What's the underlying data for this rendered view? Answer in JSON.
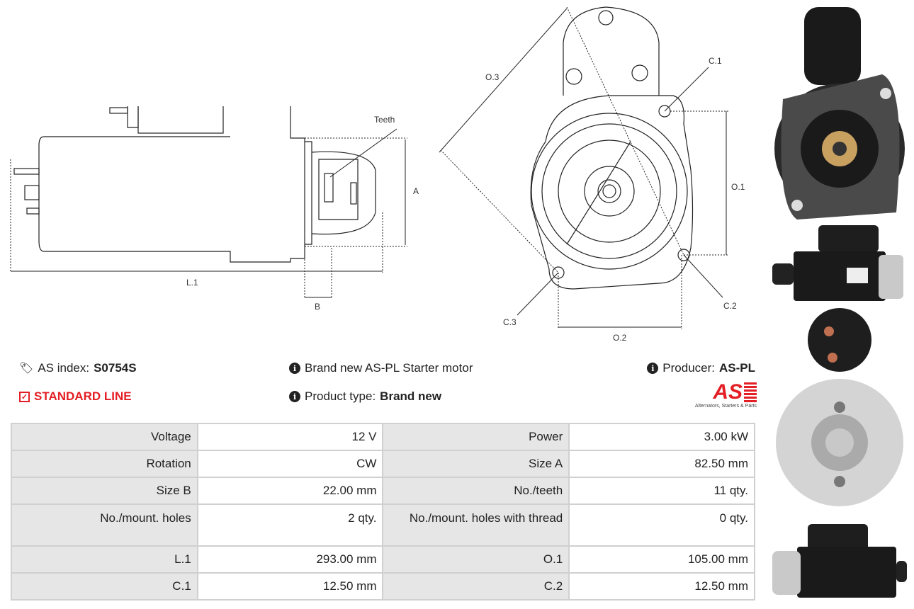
{
  "drawing": {
    "teeth": "Teeth",
    "a": "A",
    "b": "B",
    "l1": "L.1",
    "o3": "O.3",
    "c1": "C.1",
    "o1": "O.1",
    "c2": "C.2",
    "o2": "O.2",
    "c3": "C.3"
  },
  "info": {
    "as_index_label": "AS index:",
    "as_index_value": "S0754S",
    "line": "STANDARD LINE",
    "description": "Brand new AS-PL Starter motor",
    "product_type_label": "Product type:",
    "product_type_value": "Brand new",
    "producer_label": "Producer:",
    "producer_value": "AS-PL",
    "logo_text": "AS",
    "logo_tagline": "Alternators, Starters & Parts"
  },
  "colors": {
    "accent": "#e31e24"
  },
  "specs": [
    [
      "Voltage",
      "12 V",
      "Power",
      "3.00 kW"
    ],
    [
      "Rotation",
      "CW",
      "Size A",
      "82.50 mm"
    ],
    [
      "Size B",
      "22.00 mm",
      "No./teeth",
      "11 qty."
    ],
    [
      "No./mount. holes",
      "2 qty.",
      "No./mount. holes with thread",
      "0 qty."
    ],
    [
      "L.1",
      "293.00 mm",
      "O.1",
      "105.00 mm"
    ],
    [
      "C.1",
      "12.50 mm",
      "C.2",
      "12.50 mm"
    ]
  ]
}
